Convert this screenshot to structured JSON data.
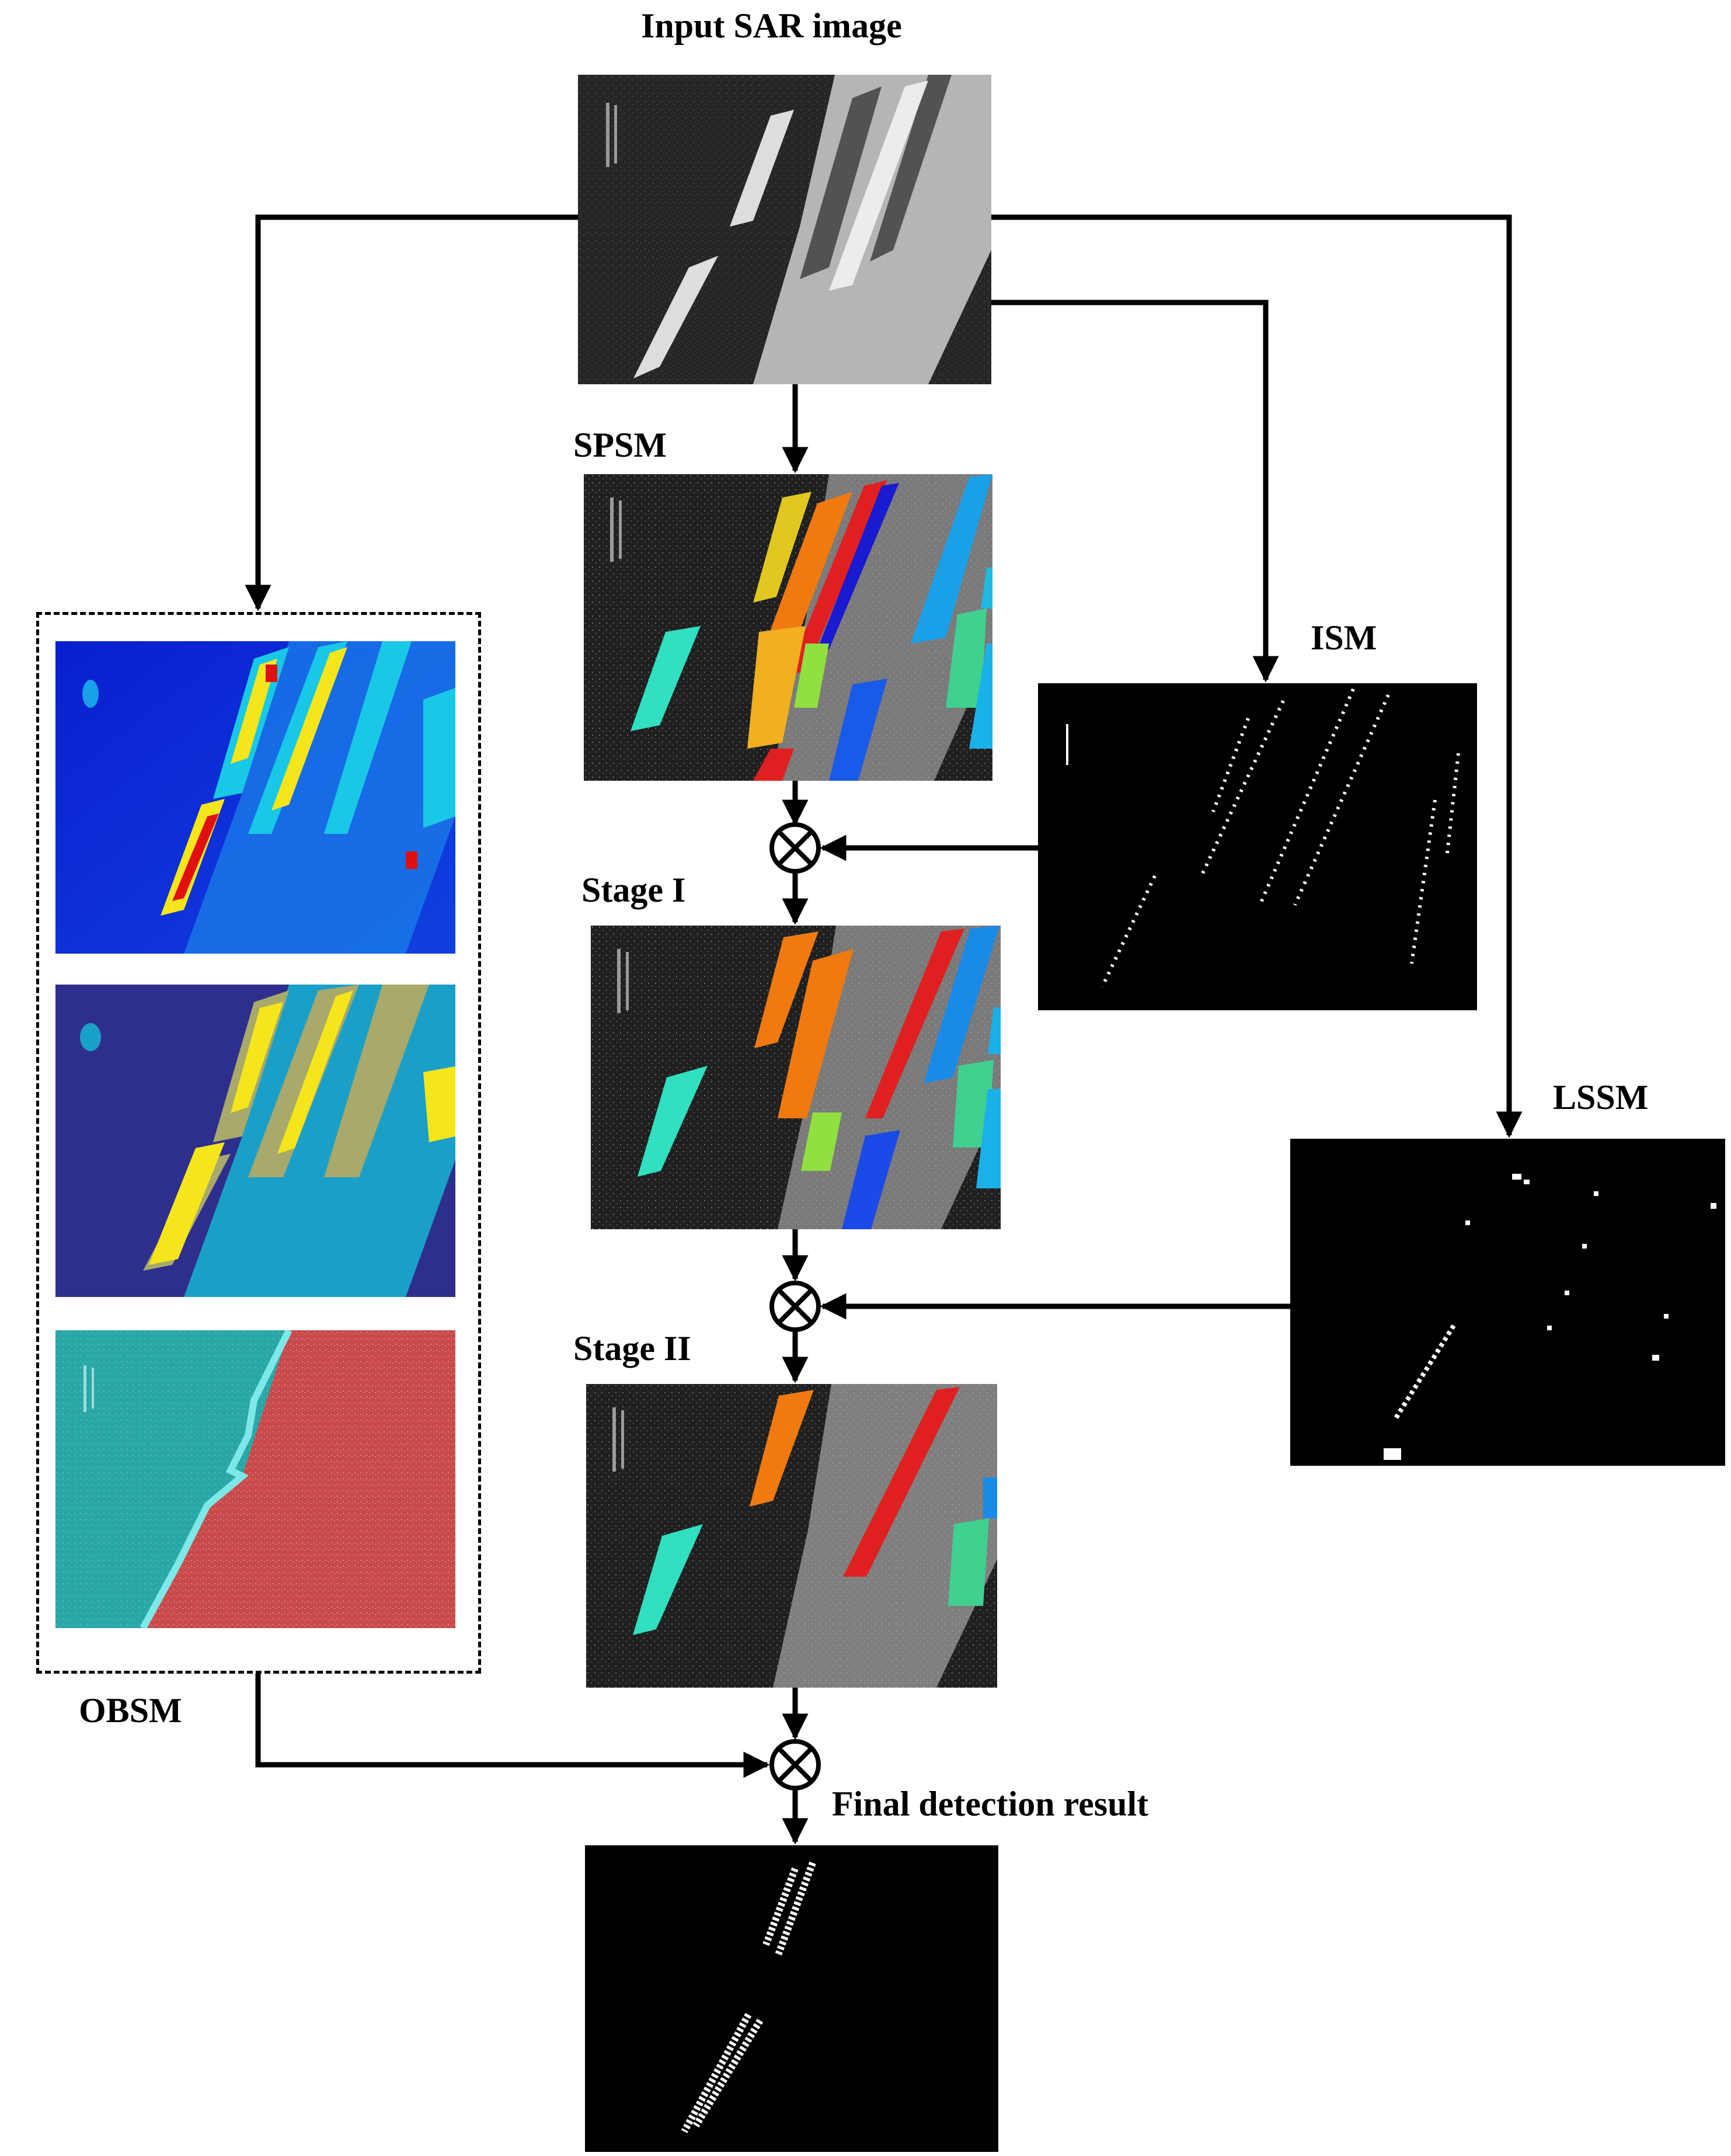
{
  "labels": {
    "input": "Input SAR image",
    "spsm": "SPSM",
    "ism": "ISM",
    "lssm": "LSSM",
    "stage1": "Stage I",
    "stage2": "Stage II",
    "obsm": "OBSM",
    "final": "Final detection result"
  },
  "colors": {
    "sar_background": "#2a2a2a",
    "mask_background": "#000000",
    "arrow": "#000000",
    "jet_low": "#0a1fd0",
    "jet_mid": "#19c8e6",
    "jet_high": "#e01010",
    "parula_dark": "#2e2f8c",
    "parula_yellow": "#f5e61c",
    "parula_olive": "#a8a96a",
    "sea_teal": "#2aa6a6",
    "land_red": "#c84a4a"
  }
}
